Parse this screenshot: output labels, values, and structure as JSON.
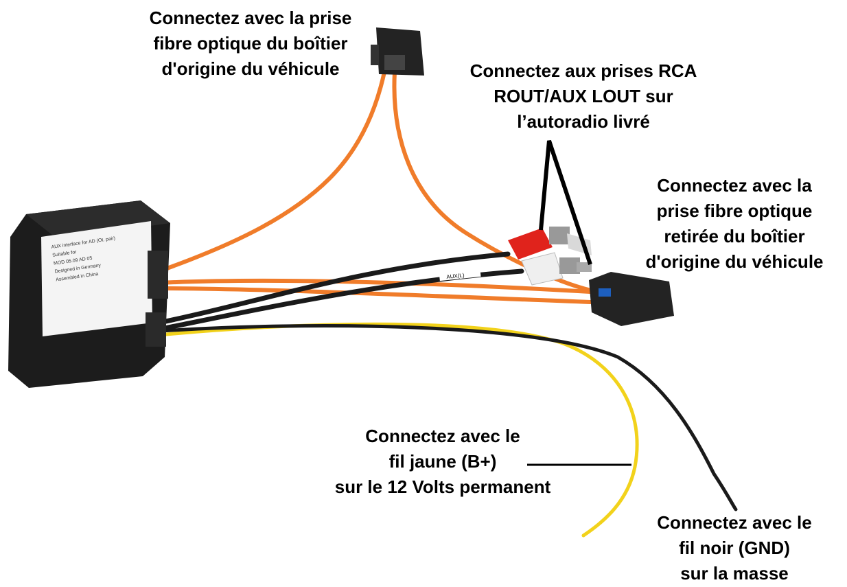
{
  "colors": {
    "fiber": "#f07c2a",
    "fiber_dark": "#c75d17",
    "module_body": "#1c1c1c",
    "connector": "#232323",
    "yellow_wire": "#f2d21b",
    "black_wire": "#1a1a1a",
    "rca_red": "#e0231c",
    "rca_white": "#efefef",
    "sticker": "#f4f4f4"
  },
  "labels": {
    "top_left": [
      "Connectez avec la prise",
      "fibre optique du boîtier",
      "d'origine du véhicule"
    ],
    "top_right": [
      "Connectez aux prises RCA",
      "ROUT/AUX LOUT sur",
      "l’autoradio livré"
    ],
    "right": [
      "Connectez avec la",
      "prise fibre optique",
      "retirée du boîtier",
      "d'origine du véhicule"
    ],
    "yellow": [
      "Connectez avec le",
      "fil jaune (B+)",
      "sur le 12 Volts permanent"
    ],
    "black": [
      "Connectez avec le",
      "fil noir (GND)",
      "sur la masse"
    ]
  },
  "module_sticker": [
    "AUX interface for AD (Ot. pair)",
    "Suitable for",
    "MOD 05.09 AD 05",
    "Designed in Germany",
    "Assembled in China"
  ],
  "cable_marker": "AUX(L)"
}
